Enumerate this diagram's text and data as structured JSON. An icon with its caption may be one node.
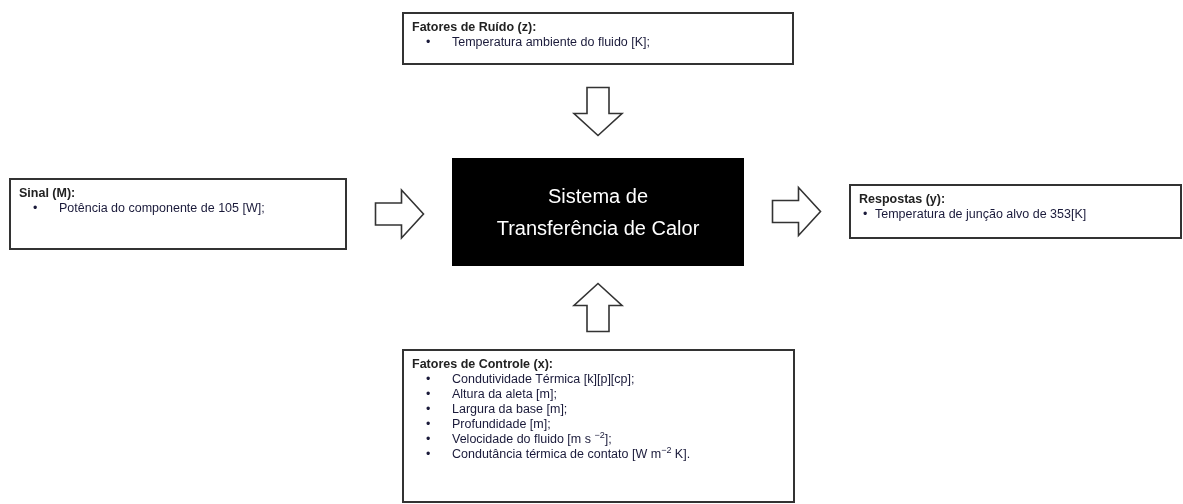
{
  "diagram": {
    "nodes": [
      {
        "text": [
          "Fatores de Ruído (z):",
          "•",
          "Temperatura ambiente do fluido [K];"
        ]
      },
      {
        "text": [
          "Sinal (M):",
          "•",
          "Potência do componente de 105 [W];"
        ]
      },
      {
        "text": [
          "Sistema de Transferência de Calor"
        ]
      },
      {
        "text": [
          "Respostas  (y):",
          "•",
          "Temperatura de junção alvo de 353[K]"
        ]
      },
      {
        "text": [
          "Fatores de Controle (x):",
          "•",
          "Condutividade Térmica [k][p][cp];",
          "•",
          "Altura da aleta [m];",
          "•",
          "Largura da base [m];",
          "•",
          "Profundidade [m];",
          "•",
          "Velocidade do fluido [m s $^{−2}$];",
          "•",
          "Condutância térmica de contato [W m$^{−2}$ K]."
        ]
      }
    ],
    "edges": [
      {
        "from": 0,
        "to": 2,
        "arrow": "to"
      },
      {
        "from": 1,
        "to": 2,
        "arrow": "to"
      },
      {
        "from": 2,
        "to": 3,
        "arrow": "to"
      },
      {
        "from": 4,
        "to": 2,
        "arrow": "to"
      }
    ]
  }
}
